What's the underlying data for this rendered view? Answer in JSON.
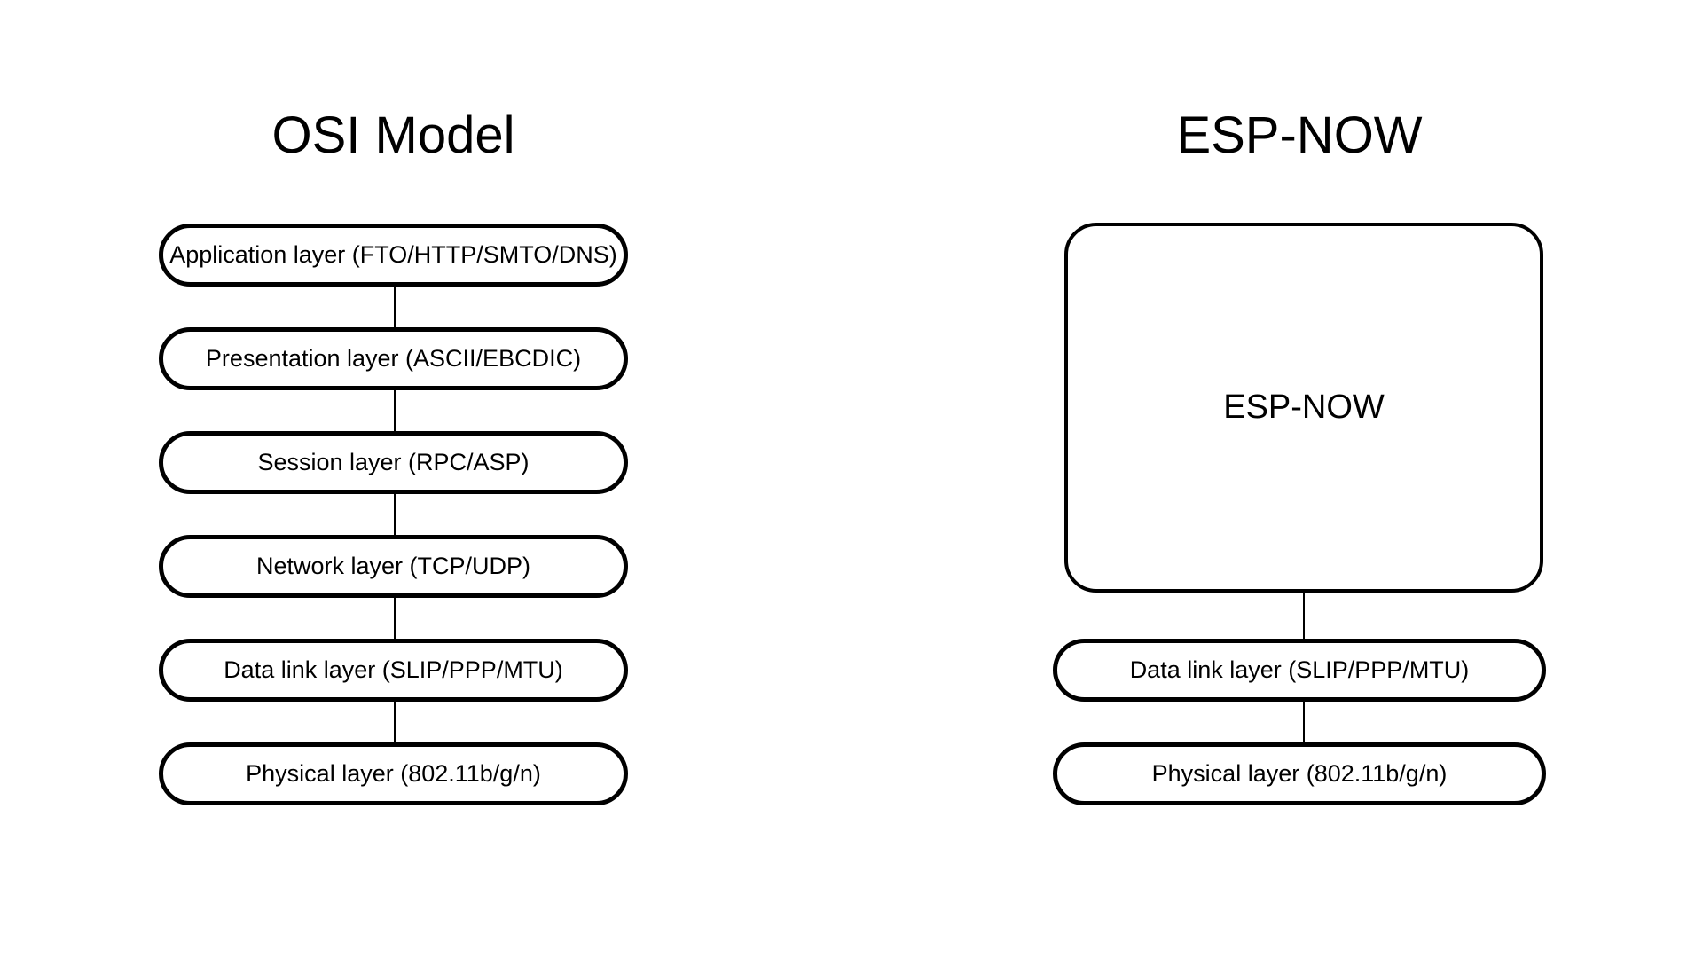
{
  "colors": {
    "background": "#ffffff",
    "stroke": "#000000",
    "text": "#000000"
  },
  "osi": {
    "title": "OSI Model",
    "layers": [
      "Application layer (FTO/HTTP/SMTO/DNS)",
      "Presentation layer (ASCII/EBCDIC)",
      "Session layer (RPC/ASP)",
      "Network layer (TCP/UDP)",
      "Data link layer (SLIP/PPP/MTU)",
      "Physical layer (802.11b/g/n)"
    ]
  },
  "espnow": {
    "title": "ESP-NOW",
    "box_label": "ESP-NOW",
    "layers": [
      "Data link layer (SLIP/PPP/MTU)",
      "Physical layer (802.11b/g/n)"
    ]
  }
}
